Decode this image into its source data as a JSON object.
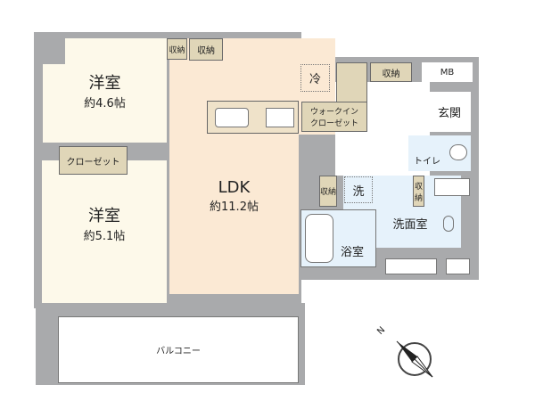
{
  "rooms": {
    "bedroom1": {
      "name": "洋室",
      "size": "約4.6帖"
    },
    "bedroom2": {
      "name": "洋室",
      "size": "約5.1帖"
    },
    "ldk": {
      "name": "LDK",
      "size": "約11.2帖"
    },
    "closet": "クローゼット",
    "storage_small": "収納",
    "storage_ldk": "収納",
    "fridge": "冷",
    "walkin_closet": "ウォークイン\nクローゼット",
    "storage_hall": "収納",
    "mb": "MB",
    "entrance": "玄関",
    "toilet": "トイレ",
    "storage_bath_left": "収納",
    "washer": "洗",
    "storage_bath_right": "収納",
    "washroom": "洗面室",
    "bathroom": "浴室",
    "balcony": "バルコニー"
  },
  "compass": {
    "label": "N"
  },
  "colors": {
    "wall": "#a9aaac",
    "bedroom": "#fdf9ea",
    "ldk": "#fbe9d4",
    "storage": "#e0d6b8",
    "wet_area": "#e6f2fb"
  }
}
